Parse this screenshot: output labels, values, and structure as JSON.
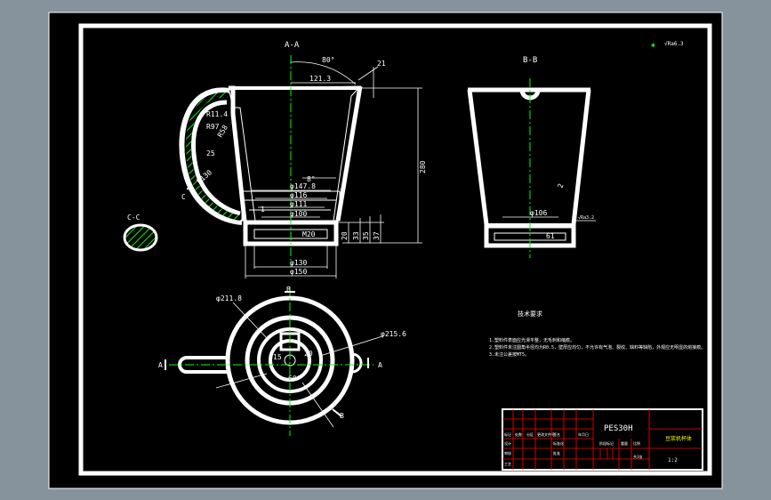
{
  "colors": {
    "background": "#86929c",
    "sheet": "#000000",
    "outline": "#ffffff",
    "centerline": "#00ff00",
    "table_grid": "#ff0000",
    "yellow_text": "#ffff00",
    "hatch": "#00ff00"
  },
  "view_labels": {
    "section_aa": "A-A",
    "section_bb": "B-B",
    "section_cc": "C-C",
    "marker_a": "A",
    "marker_b": "B",
    "marker_c": "C"
  },
  "roughness": {
    "value": "√Ra6.3"
  },
  "aa_dims": {
    "angle": "80°",
    "top_width": "121.3",
    "lip_height": "21",
    "height": "280",
    "taper": "8°",
    "wall": "2",
    "d1": "φ147.8",
    "d2": "φ116",
    "d3": "φ111",
    "d4": "φ100",
    "d5": "φ130",
    "d6": "φ150",
    "thread": "M20",
    "h1": "20",
    "h2": "33",
    "h3": "35",
    "h4": "37",
    "r1": "R11.4",
    "r2": "R97",
    "r3": "R58",
    "r4": "25",
    "r5": "R130",
    "step": "1"
  },
  "bb_dims": {
    "diameter": "φ106",
    "thickness": "2",
    "bottom_thread": "61",
    "roughness_note": "√Ra3.2"
  },
  "top_view_dims": {
    "d1": "φ211.8",
    "d2": "φ215.6",
    "d3": "15",
    "d4": "20",
    "angle": "60°"
  },
  "notes": {
    "title": "技术要求",
    "lines": [
      "1.塑料件表面应光滑平整，无毛刺和缩痕。",
      "2.塑料件未注圆角半径均为R0.5，壁厚应均匀，不允许有气泡、裂纹、缺料等缺陷，外观应无明显的熔接痕。",
      "3.未注公差按MT5。"
    ]
  },
  "title_block": {
    "material": "PES30H",
    "product": "豆浆机杯体",
    "scale": "1:2",
    "header_cells": [
      "标记",
      "处数",
      "分区",
      "更改文件号",
      "签名",
      "年月日"
    ],
    "row_labels": [
      "设计",
      "审核",
      "工艺"
    ],
    "sign_cells": [
      "标准化",
      "批准"
    ],
    "stage": "阶段标记",
    "weight": "重量",
    "scale_label": "比例",
    "sheet": "共1张"
  }
}
